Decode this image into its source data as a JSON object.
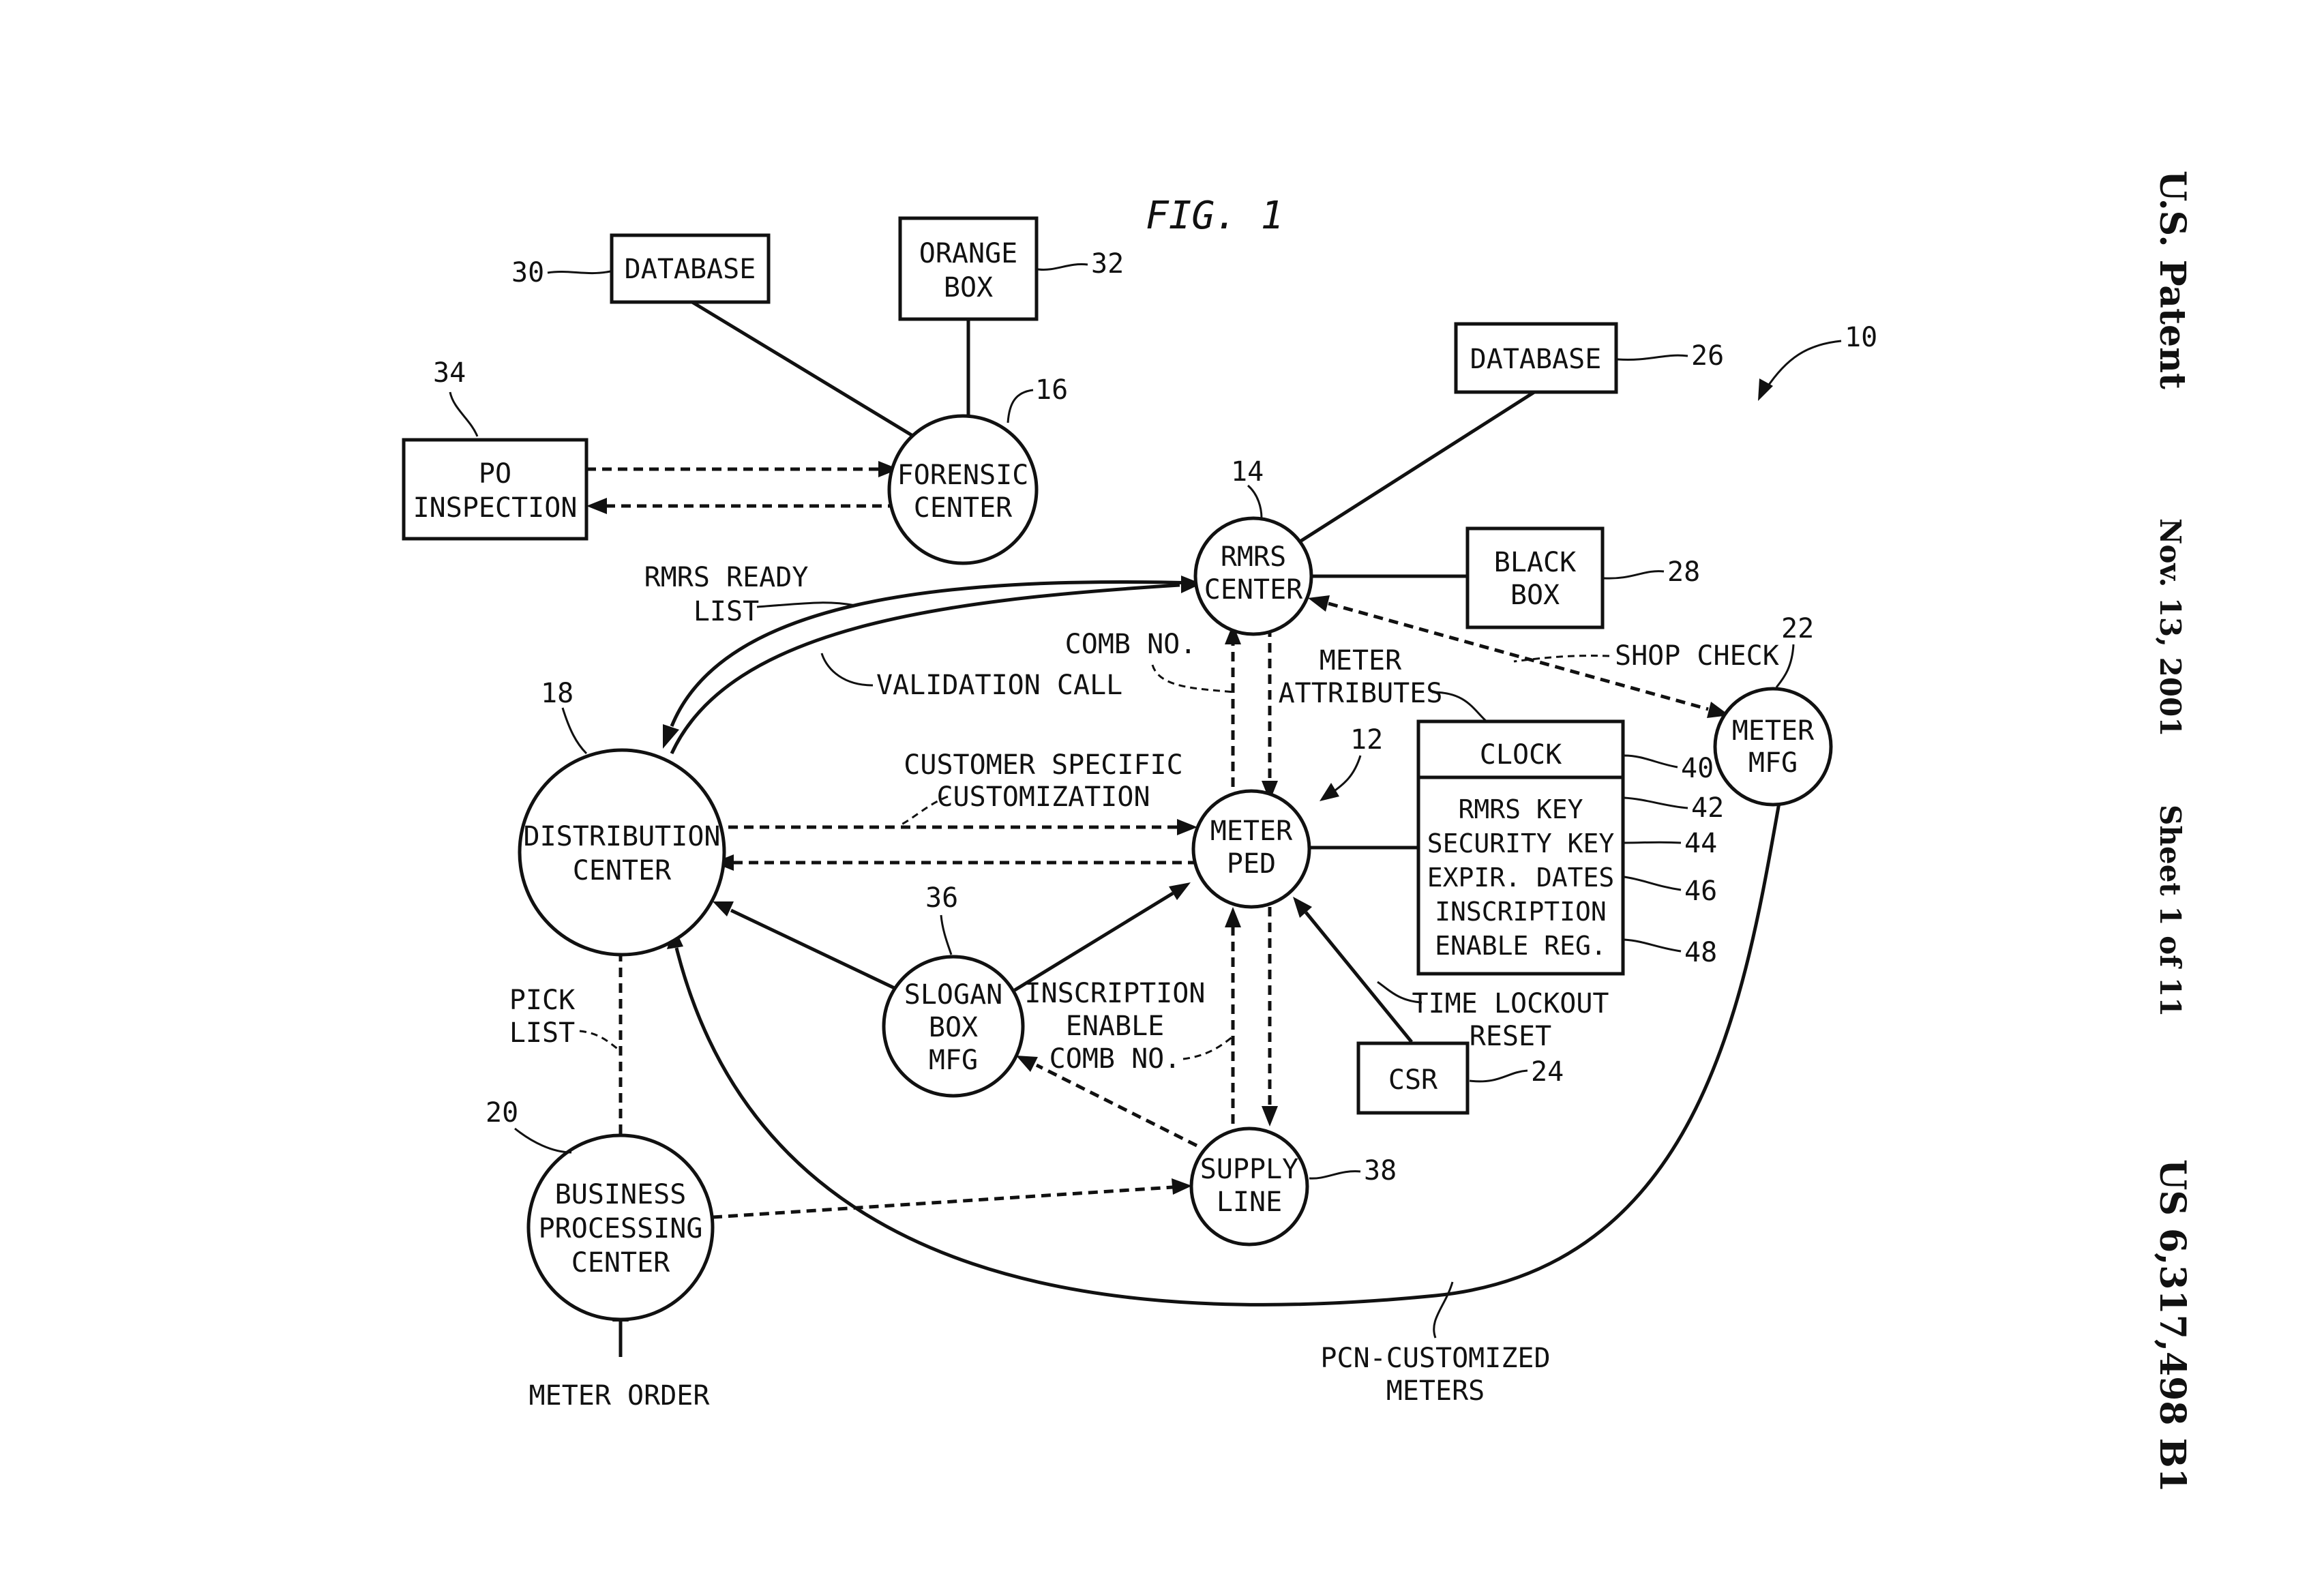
{
  "header": {
    "patent_office": "U.S. Patent",
    "date": "Nov. 13, 2001",
    "sheet": "Sheet 1 of 11",
    "patent_number": "US 6,317,498 B1"
  },
  "figure_title": "FIG. 1",
  "nodes": {
    "database_30": "DATABASE",
    "orange_box": [
      "ORANGE",
      "BOX"
    ],
    "po_inspection": [
      "PO",
      "INSPECTION"
    ],
    "forensic_center": [
      "FORENSIC",
      "CENTER"
    ],
    "database_26": "DATABASE",
    "rmrs_center": [
      "RMRS",
      "CENTER"
    ],
    "black_box": [
      "BLACK",
      "BOX"
    ],
    "meter_mfg": [
      "METER",
      "MFG"
    ],
    "distribution_center": [
      "DISTRIBUTION",
      "CENTER"
    ],
    "meter_ped": [
      "METER",
      "PED"
    ],
    "clock_box": {
      "clock": "CLOCK",
      "rmrs_key": "RMRS KEY",
      "security_key": "SECURITY KEY",
      "expir_dates": "EXPIR. DATES",
      "inscription": "INSCRIPTION",
      "enable_reg": "ENABLE REG."
    },
    "slogan_box_mfg": [
      "SLOGAN",
      "BOX",
      "MFG"
    ],
    "csr": "CSR",
    "supply_line": [
      "SUPPLY",
      "LINE"
    ],
    "business_processing_center": [
      "BUSINESS",
      "PROCESSING",
      "CENTER"
    ]
  },
  "labels": {
    "rmrs_ready_list": [
      "RMRS READY",
      "LIST"
    ],
    "validation_call": "VALIDATION CALL",
    "comb_no": "COMB NO.",
    "meter_attributes": [
      "METER",
      "ATTRIBUTES"
    ],
    "shop_check": "SHOP CHECK",
    "customer_specific_customization": [
      "CUSTOMER SPECIFIC",
      "CUSTOMIZATION"
    ],
    "inscription_enable_comb_no": [
      "INSCRIPTION",
      "ENABLE",
      "COMB NO."
    ],
    "time_lockout_reset": [
      "TIME LOCKOUT",
      "RESET"
    ],
    "pick_list": [
      "PICK",
      "LIST"
    ],
    "meter_order": "METER ORDER",
    "pcn_customized_meters": [
      "PCN-CUSTOMIZED",
      "METERS"
    ]
  },
  "refs": {
    "r10": "10",
    "r12": "12",
    "r14": "14",
    "r16": "16",
    "r18": "18",
    "r20": "20",
    "r22": "22",
    "r24": "24",
    "r26": "26",
    "r28": "28",
    "r30": "30",
    "r32": "32",
    "r34": "34",
    "r36": "36",
    "r38": "38",
    "r40": "40",
    "r42": "42",
    "r44": "44",
    "r46": "46",
    "r48": "48"
  }
}
